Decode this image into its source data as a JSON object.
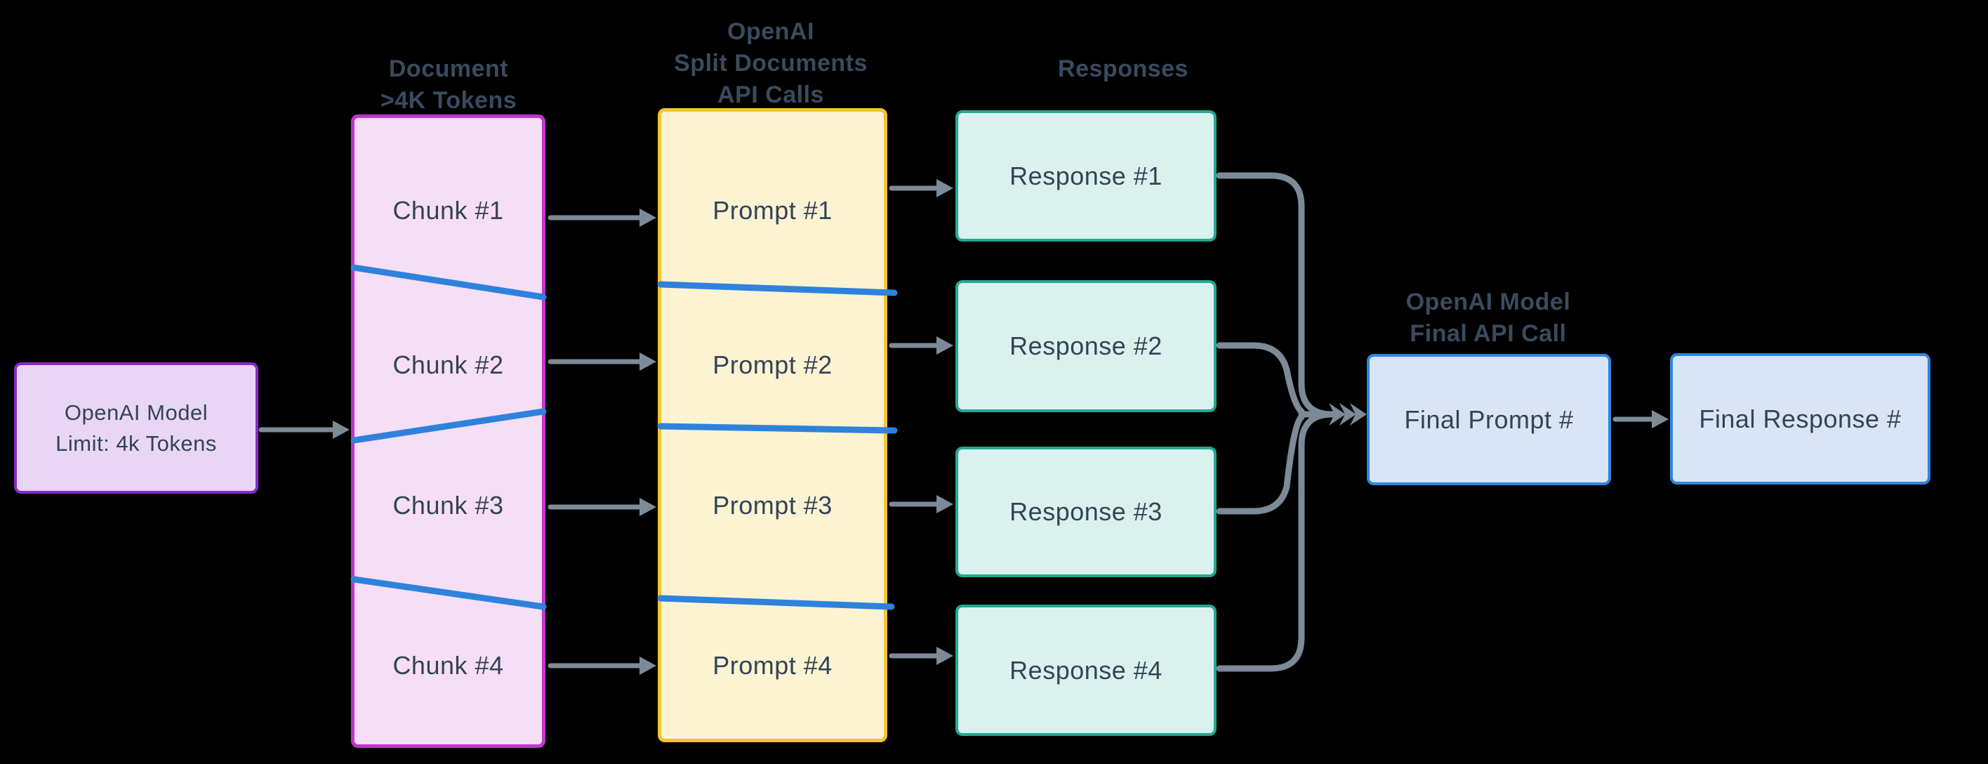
{
  "colors": {
    "bg": "#000000",
    "heading-text": "#3a4b5f",
    "box-text": "#334455",
    "arrow": "#7d8a97",
    "blue-line": "#2e82dc",
    "purple-border": "#8a2bc9",
    "purple-fill": "#e9d6f7",
    "magenta-border": "#c136ce",
    "magenta-fill": "#f6def6",
    "yellow-border": "#f2c433",
    "yellow-fill": "#fcf3d2",
    "teal-border": "#23a894",
    "teal-fill": "#d9f2ee",
    "blue-border": "#2e86e0",
    "blue-fill": "#d7e5f6"
  },
  "model_box": {
    "line1": "OpenAI Model",
    "line2": "Limit: 4k Tokens"
  },
  "headings": {
    "document": {
      "line1": "Document",
      "line2": ">4K Tokens"
    },
    "split": {
      "line1": "OpenAI",
      "line2": "Split Documents",
      "line3": "API Calls"
    },
    "responses": "Responses",
    "final": {
      "line1": "OpenAI Model",
      "line2": "Final API Call"
    }
  },
  "chunk_labels": [
    "Chunk #1",
    "Chunk #2",
    "Chunk #3",
    "Chunk #4"
  ],
  "prompt_labels": [
    "Prompt #1",
    "Prompt #2",
    "Prompt #3",
    "Prompt #4"
  ],
  "response_labels": [
    "Response #1",
    "Response #2",
    "Response #3",
    "Response #4"
  ],
  "final_prompt_label": "Final Prompt #",
  "final_response_label": "Final Response #"
}
